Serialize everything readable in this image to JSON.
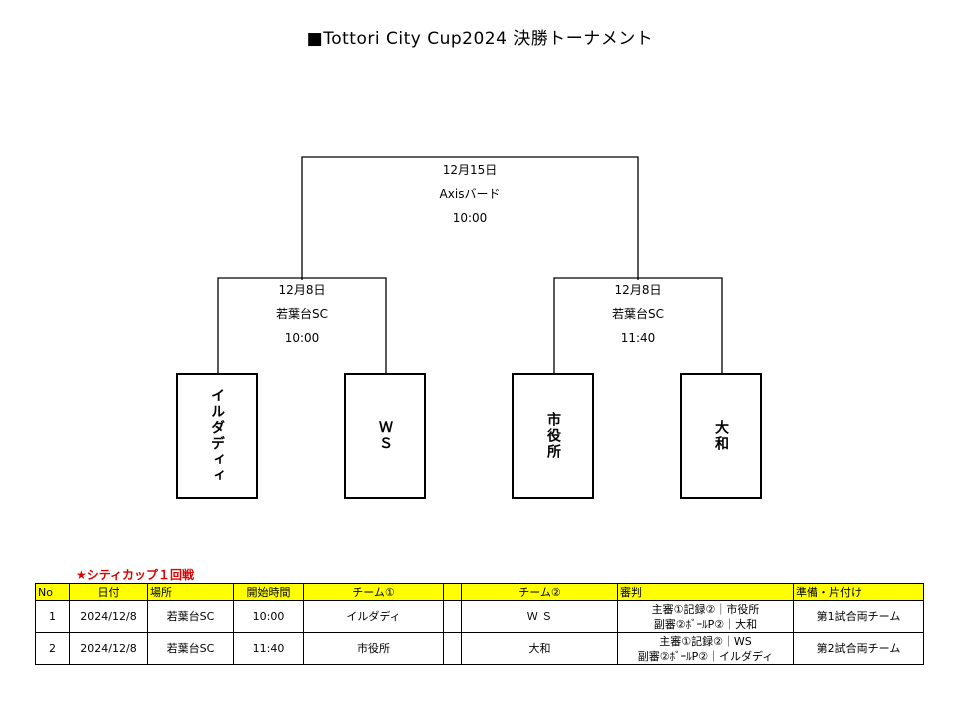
{
  "title": "■Tottori  City  Cup2024 決勝トーナメント",
  "final": {
    "date": "12月15日",
    "venue": "Axisバード",
    "time": "10:00"
  },
  "semifinals": [
    {
      "date": "12月8日",
      "venue": "若葉台SC",
      "time": "10:00"
    },
    {
      "date": "12月8日",
      "venue": "若葉台SC",
      "time": "11:40"
    }
  ],
  "teams": [
    "イルダディィ",
    "ＷＳ",
    "市役所",
    "大和"
  ],
  "schedule": {
    "note": "★シティカップ１回戦",
    "headers": [
      "No",
      "日付",
      "場所",
      "開始時間",
      "チーム①",
      "",
      "チーム②",
      "審判",
      "準備・片付け"
    ],
    "rows": [
      {
        "no": "1",
        "date": "2024/12/8",
        "place": "若葉台SC",
        "time": "10:00",
        "team1": "イルダディ",
        "team2": "Ｗ Ｓ",
        "referee_line1": "主審①記録②｜市役所",
        "referee_line2": "副審②ﾎﾞｰﾙP②｜大和",
        "prep": "第1試合両チーム"
      },
      {
        "no": "2",
        "date": "2024/12/8",
        "place": "若葉台SC",
        "time": "11:40",
        "team1": "市役所",
        "team2": "大和",
        "referee_line1": "主審①記録②｜WS",
        "referee_line2": "副審②ﾎﾞｰﾙP②｜イルダディ",
        "prep": "第2試合両チーム"
      }
    ]
  }
}
